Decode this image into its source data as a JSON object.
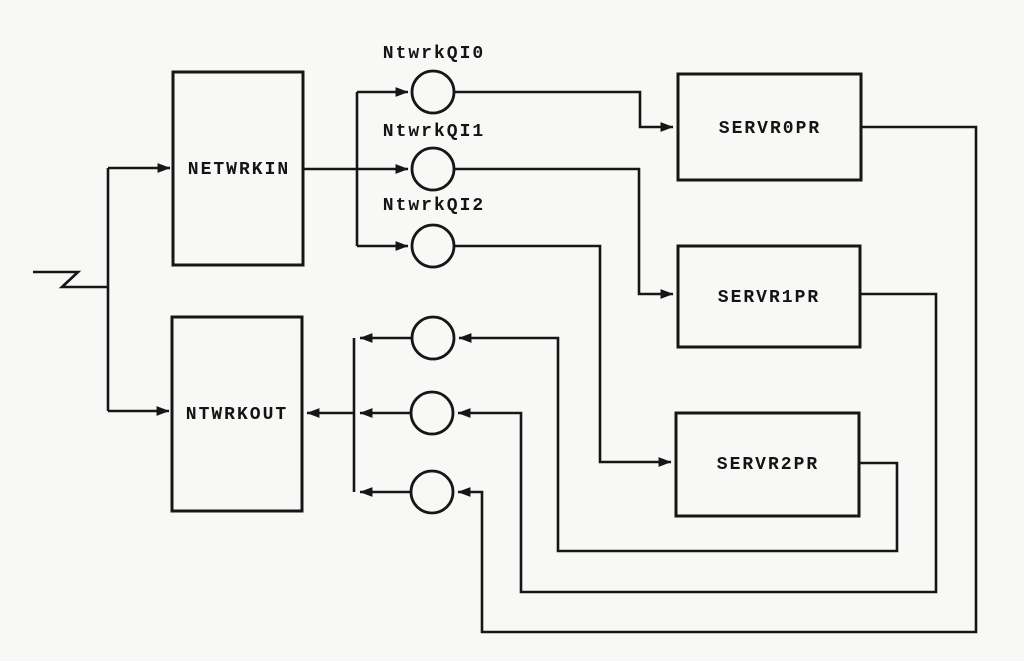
{
  "diagram": {
    "type": "queueing-network-block-diagram",
    "background_color": "#f8f8f7",
    "line_color": "#161616",
    "nodes": {
      "network_in": {
        "label": "NETWRKIN"
      },
      "network_out": {
        "label": "NTWRKOUT"
      },
      "server0": {
        "label": "SERVR0PR"
      },
      "server1": {
        "label": "SERVR1PR"
      },
      "server2": {
        "label": "SERVR2PR"
      }
    },
    "queue_labels": {
      "q0": {
        "label": "NtwrkQI0"
      },
      "q1": {
        "label": "NtwrkQI1"
      },
      "q2": {
        "label": "NtwrkQI2"
      }
    },
    "unlabeled_queues": 3,
    "edges": [
      {
        "from": "external-source",
        "to": "NETWRKIN"
      },
      {
        "from": "external-source",
        "to": "NTWRKOUT"
      },
      {
        "from": "NETWRKIN",
        "to": "NtwrkQI0"
      },
      {
        "from": "NETWRKIN",
        "to": "NtwrkQI1"
      },
      {
        "from": "NETWRKIN",
        "to": "NtwrkQI2"
      },
      {
        "from": "NtwrkQI0",
        "to": "SERVR0PR"
      },
      {
        "from": "NtwrkQI1",
        "to": "SERVR1PR"
      },
      {
        "from": "NtwrkQI2",
        "to": "SERVR2PR"
      },
      {
        "from": "SERVR0PR",
        "to": "out-queue-bottom"
      },
      {
        "from": "SERVR1PR",
        "to": "out-queue-middle"
      },
      {
        "from": "SERVR2PR",
        "to": "out-queue-top"
      },
      {
        "from": "out-queue-top",
        "to": "NTWRKOUT"
      },
      {
        "from": "out-queue-middle",
        "to": "NTWRKOUT"
      },
      {
        "from": "out-queue-bottom",
        "to": "NTWRKOUT"
      }
    ]
  }
}
